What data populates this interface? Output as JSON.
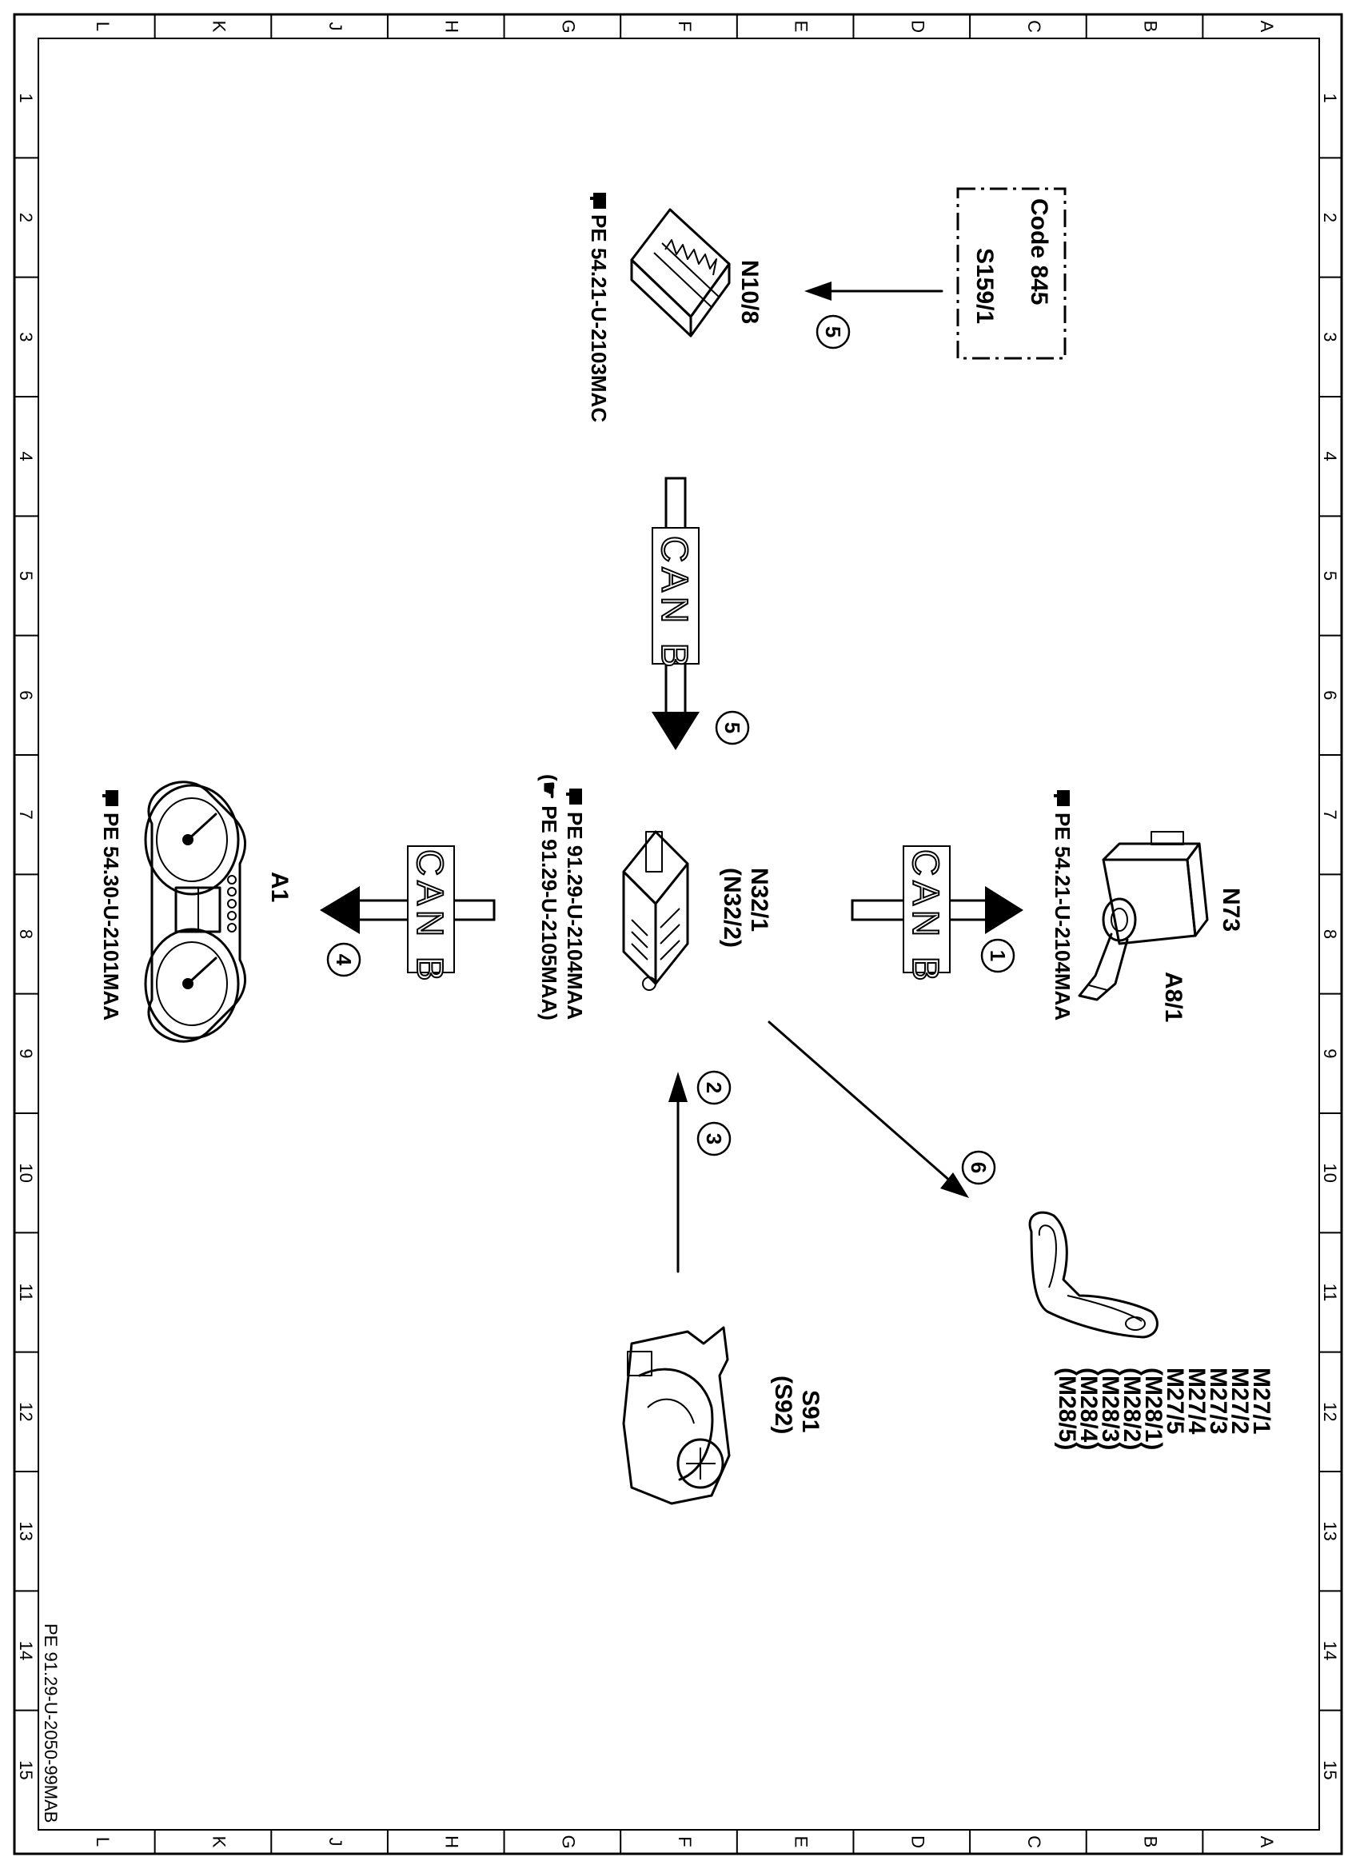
{
  "grid": {
    "columns": [
      "L",
      "K",
      "J",
      "H",
      "G",
      "F",
      "E",
      "D",
      "C",
      "B",
      "A"
    ],
    "rows": [
      "1",
      "2",
      "3",
      "4",
      "5",
      "6",
      "7",
      "8",
      "9",
      "10",
      "11",
      "12",
      "13",
      "14",
      "15"
    ]
  },
  "drawing_id": "PE 91.29-U-2050-99MAB",
  "components": {
    "code_box": {
      "line1": "Code 845",
      "line2": "S159/1"
    },
    "n10_8": {
      "label": "N10/8",
      "ref": "PE 54.21-U-2103MAC"
    },
    "n32_1": {
      "label1": "N32/1",
      "label2": "(N32/2)",
      "ref1": "PE 91.29-U-2104MAA",
      "ref2": "(☛ PE 91.29-U-2105MAA)"
    },
    "n73": {
      "label": "N73",
      "sublabel": "A8/1",
      "ref": "PE 54.21-U-2104MAA"
    },
    "a1": {
      "label": "A1",
      "ref": "PE 54.30-U-2101MAA"
    },
    "s91": {
      "label1": "S91",
      "label2": "(S92)"
    },
    "motors": {
      "labels": [
        "M27/1",
        "M27/2",
        "M27/3",
        "M27/4",
        "M27/5",
        "(M28/1)",
        "(M28/2)",
        "(M28/3)",
        "(M28/4)",
        "(M28/5)"
      ]
    }
  },
  "bus_label": "CAN B",
  "markers": {
    "m1": "1",
    "m2": "2",
    "m3": "3",
    "m4": "4",
    "m5a": "5",
    "m5b": "5",
    "m6": "6"
  },
  "icons": {
    "ref_icon": "pointing-hand-icon",
    "colors": {
      "line": "#000000",
      "background": "#ffffff",
      "can_label_fill": "#ffffff"
    }
  }
}
